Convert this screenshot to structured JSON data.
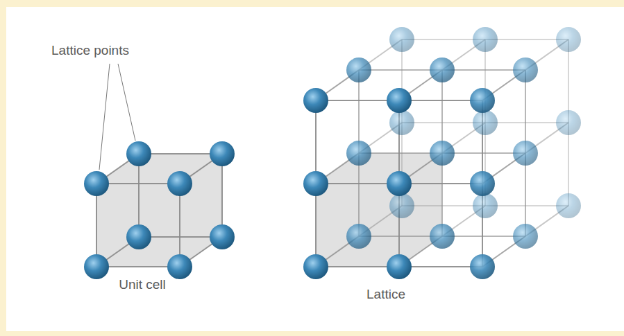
{
  "diagram": {
    "labels": [
      "Lattice points",
      "Unit cell",
      "Lattice"
    ]
  }
}
